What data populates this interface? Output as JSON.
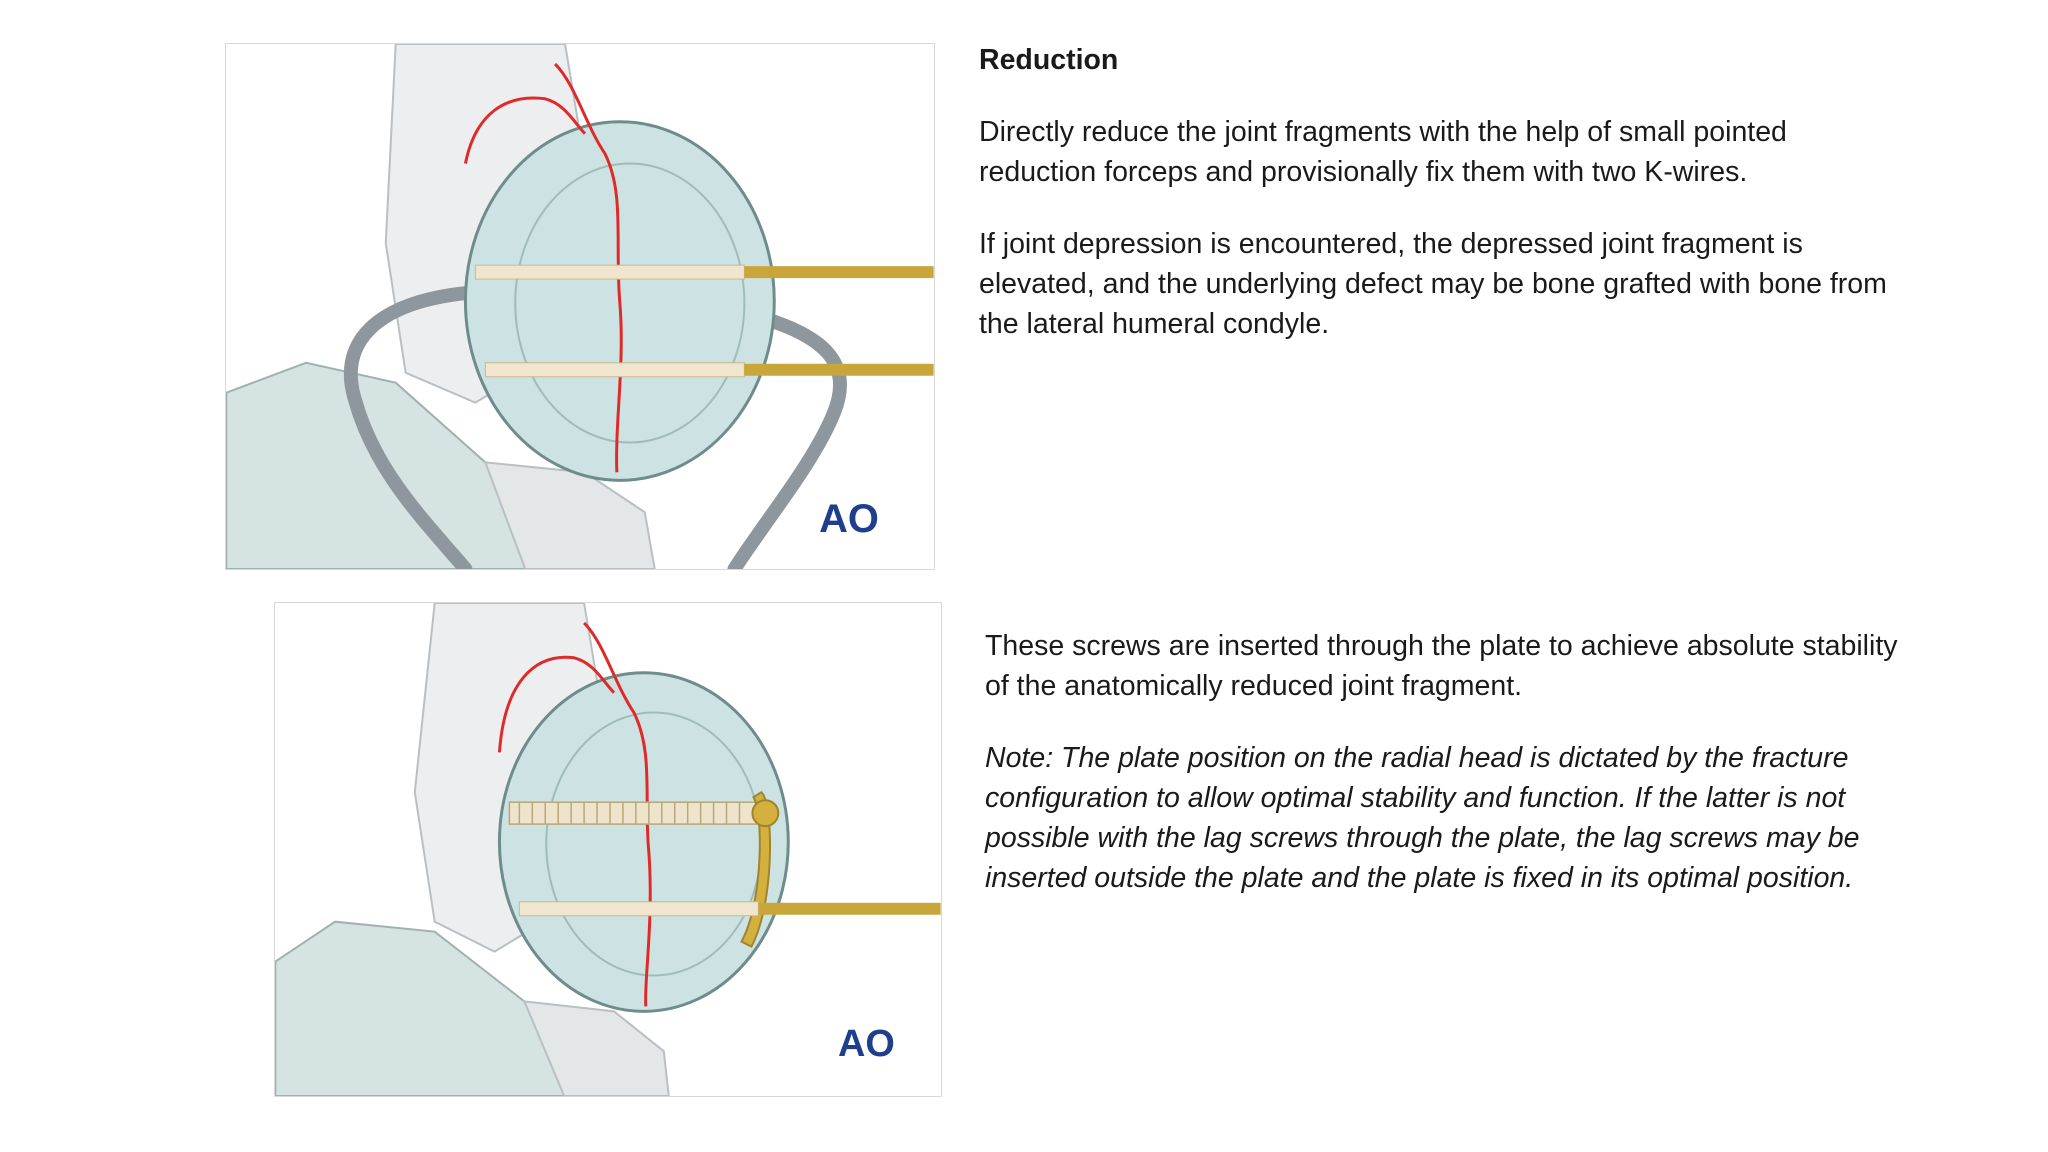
{
  "section": {
    "heading": "Reduction",
    "paragraph_1": "Directly reduce the joint fragments with the help of small pointed reduction forceps and provisionally fix them with two K-wires.",
    "paragraph_2": "If joint depression is encountered, the depressed joint fragment is elevated, and the underlying defect may be bone grafted with bone from the lateral humeral condyle.",
    "paragraph_3": "These screws are inserted through the plate to achieve absolute stability of the anatomically reduced joint fragment.",
    "note": "Note: The plate position on the radial head is dictated by the fracture configuration to allow optimal stability and function. If the latter is not possible with the lag screws through the plate, the lag screws may be inserted outside the plate and the plate is fixed in its optimal position."
  },
  "figures": {
    "logo_text_1": "AO",
    "logo_text_2": "AO"
  },
  "colors": {
    "bone": "#e7e9ea",
    "joint": "#cfe3e3",
    "fracture_line": "#e02a2a",
    "k_wire": "#c9a63a",
    "screw": "#eee4cc",
    "plate": "#d4b13f",
    "forceps": "#9aa3aa",
    "logo": "#1f3e8c"
  }
}
